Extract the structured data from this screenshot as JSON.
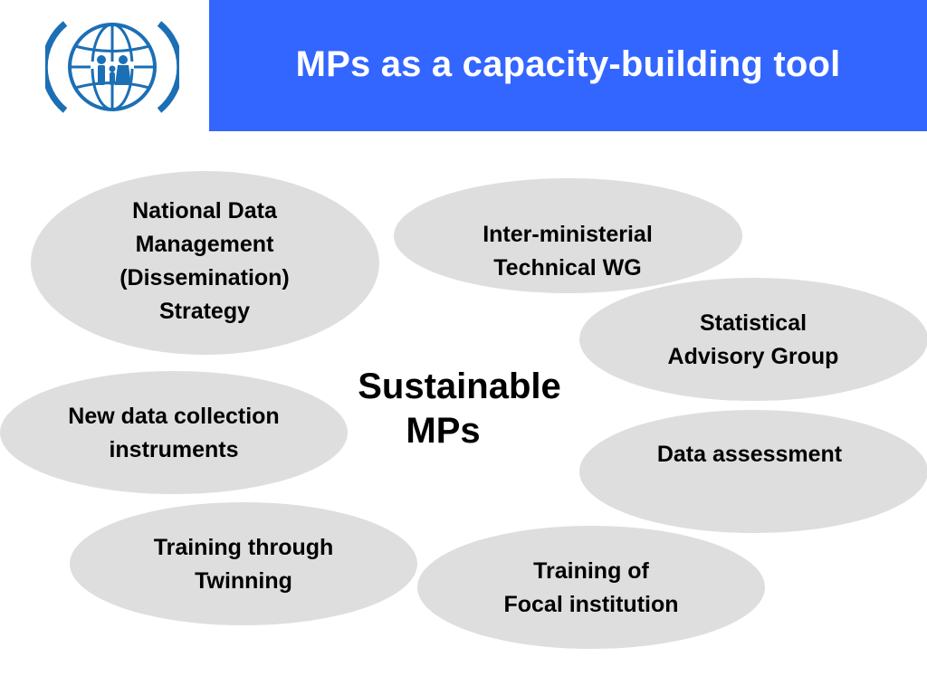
{
  "header": {
    "title": "MPs as a capacity-building tool",
    "logo_icon": "iom-globe-family-logo",
    "bar_color": "#3366ff",
    "logo_color": "#1b6fb5"
  },
  "diagram": {
    "center": {
      "line1": "Sustainable",
      "line2": "MPs"
    },
    "bubble_color": "#dedede",
    "nodes": [
      {
        "lines": [
          "National Data",
          "Management",
          "(Dissemination)",
          "Strategy"
        ]
      },
      {
        "lines": [
          "Inter-ministerial",
          "Technical WG"
        ]
      },
      {
        "lines": [
          "Statistical",
          "Advisory Group"
        ]
      },
      {
        "lines": [
          "New data collection",
          "instruments"
        ]
      },
      {
        "lines": [
          "Data assessment"
        ]
      },
      {
        "lines": [
          "Training through",
          "Twinning"
        ]
      },
      {
        "lines": [
          "Training of",
          "Focal institution"
        ]
      }
    ]
  }
}
